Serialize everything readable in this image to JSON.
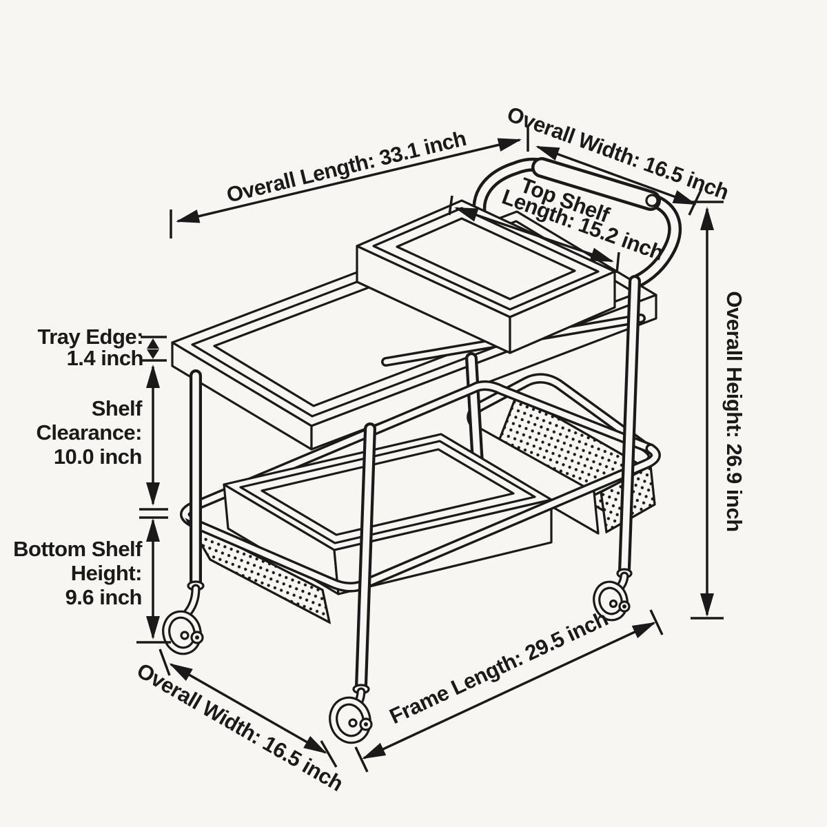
{
  "colors": {
    "ink": "#1a1a1a",
    "paper": "#f7f6f3"
  },
  "figure": {
    "subject": "Two-tier rolling utility cart with handle, top tray, bottom trays, mesh baskets and caster wheels"
  },
  "dimensions": {
    "overall_length": "Overall Length: 33.1 inch",
    "overall_width_top": "Overall Width: 16.5 inch",
    "top_shelf_length": {
      "line1": "Top Shelf",
      "line2": "Length: 15.2 inch"
    },
    "overall_height": "Overall Height: 26.9 inch",
    "tray_edge": {
      "line1": "Tray Edge:",
      "line2": "1.4 inch"
    },
    "shelf_clearance": {
      "line1": "Shelf",
      "line2": "Clearance:",
      "line3": "10.0 inch"
    },
    "bottom_shelf_height": {
      "line1": "Bottom Shelf",
      "line2": "Height:",
      "line3": "9.6 inch"
    },
    "overall_width_bottom": "Overall Width: 16.5 inch",
    "frame_length": "Frame Length: 29.5 inch"
  }
}
